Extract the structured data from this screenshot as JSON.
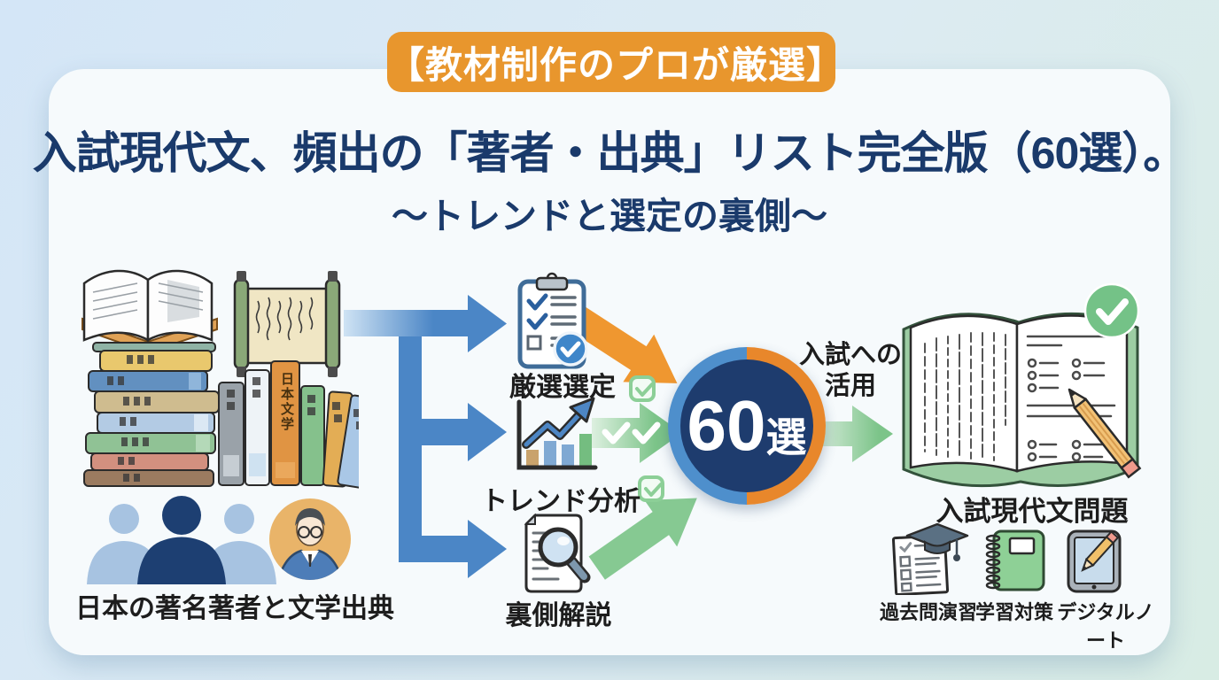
{
  "badge": {
    "label": "【教材制作のプロが厳選】"
  },
  "title": "入試現代文、頻出の「著者・出典」リスト完全版（60選）。",
  "subtitle": "～トレンドと選定の裏側～",
  "left": {
    "caption": "日本の著名著者と文学出典",
    "book_spine": "日本文学"
  },
  "steps": [
    {
      "label": "厳選選定"
    },
    {
      "label": "トレンド分析"
    },
    {
      "label": "裏側解説"
    }
  ],
  "center": {
    "count": "60",
    "unit": "選"
  },
  "flow": {
    "usage_label": "入試への\n活用"
  },
  "right": {
    "caption": "入試現代文問題",
    "items": [
      {
        "label": "過去問演習"
      },
      {
        "label": "学習対策"
      },
      {
        "label": "デジタルノート"
      }
    ]
  },
  "colors": {
    "badge_orange": "#E8962D",
    "title_navy": "#1A3A6B",
    "arrow_blue": "#4B86C6",
    "arrow_orange": "#EF9730",
    "arrow_green": "#7CC489",
    "circle_navy": "#1E3C6E",
    "ring_orange": "#E8872B",
    "ring_blue": "#4E8FCC",
    "check_green": "#74C287"
  }
}
